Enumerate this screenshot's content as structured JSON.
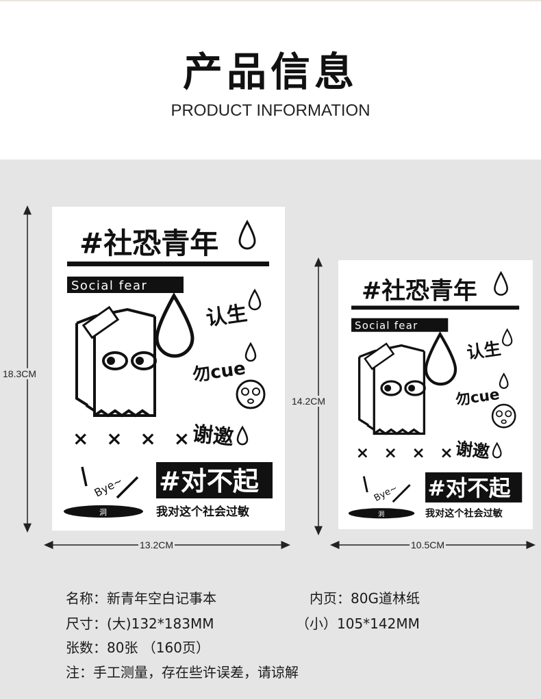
{
  "header": {
    "title": "产品信息",
    "subtitle": "PRODUCT INFORMATION"
  },
  "cover": {
    "hashtag_title": "#社恐青年",
    "social_fear": "Social fear",
    "phrase_1": "认生",
    "phrase_2": "勿cue",
    "phrase_3": "谢邀",
    "xxxx": "× × × ×",
    "bye": "Bye~",
    "hole": "洞",
    "sorry_title": "#对不起",
    "allergic": "我对这个社会过敏"
  },
  "dimensions": {
    "large_height": "18.3CM",
    "large_width": "13.2CM",
    "small_height": "14.2CM",
    "small_width": "10.5CM"
  },
  "info": {
    "name": "名称：新青年空白记事本",
    "inner": "内页：80G道林纸",
    "size_large": "尺寸：(大)132*183MM",
    "size_small": "（小）105*142MM",
    "sheets": "张数：80张  （160页）",
    "note": "注：手工测量，存在些许误差，请谅解"
  }
}
